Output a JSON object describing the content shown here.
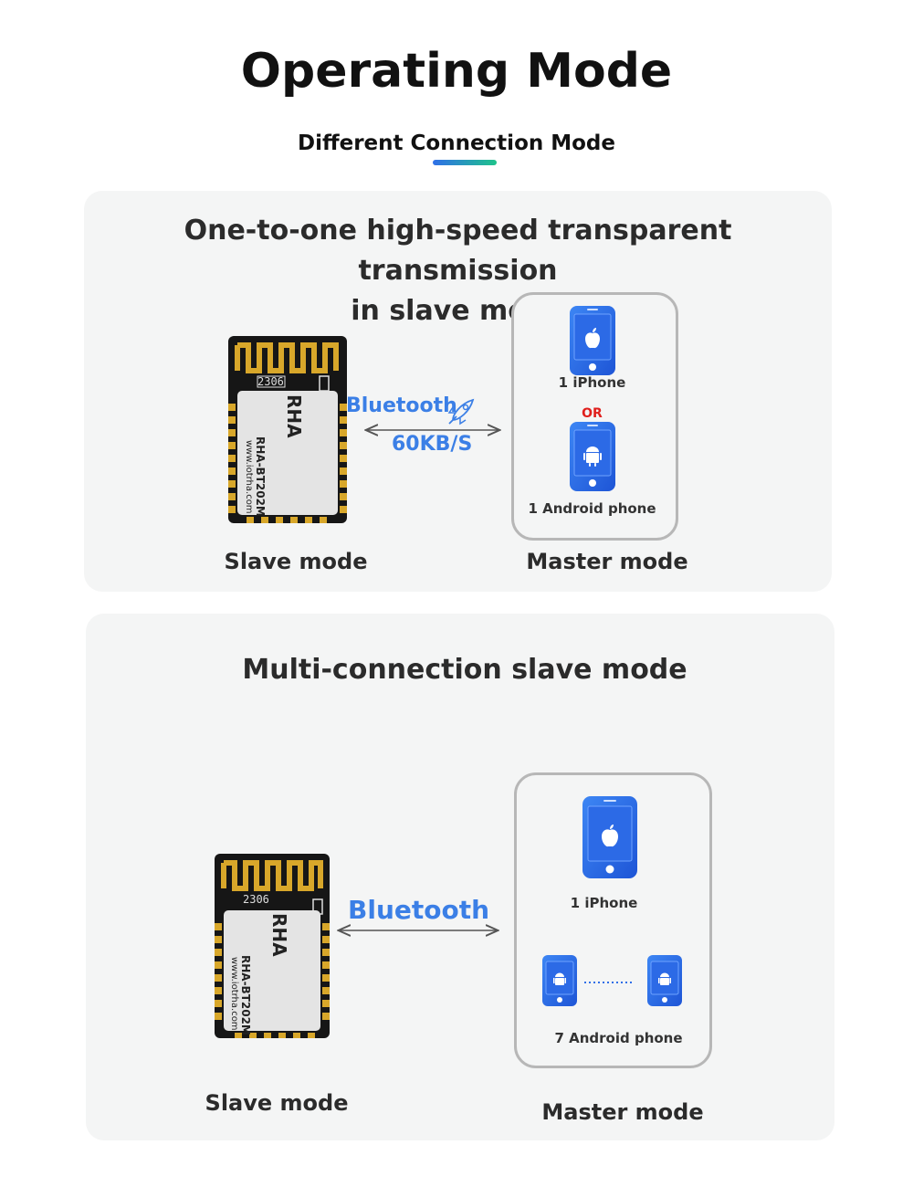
{
  "header": {
    "title": "Operating Mode",
    "subtitle": "Different Connection Mode"
  },
  "section1": {
    "title_line1": "One-to-one high-speed transparent transmission",
    "title_line2": "in slave mode",
    "link_label": "Bluetooth",
    "speed": "60KB/S",
    "slave_label": "Slave mode",
    "master_label": "Master mode",
    "iphone_label": "1 iPhone",
    "or_label": "OR",
    "android_label": "1 Android phone"
  },
  "section2": {
    "title": "Multi-connection slave mode",
    "link_label": "Bluetooth",
    "slave_label": "Slave mode",
    "master_label": "Master mode",
    "iphone_label": "1 iPhone",
    "android_label": "7 Android phone"
  },
  "module": {
    "brand": "RHA",
    "model": "RHA-BT202M",
    "website": "www.iotrha.com",
    "code": "2306"
  },
  "icons": {
    "phone_apple": "apple-logo-icon",
    "phone_android": "android-logo-icon",
    "rocket": "rocket-icon"
  },
  "colors": {
    "accent_blue": "#3b7fe6",
    "or_red": "#e0201d",
    "phone_blue": "#2f6fe8",
    "panel_bg": "#f4f5f5"
  }
}
